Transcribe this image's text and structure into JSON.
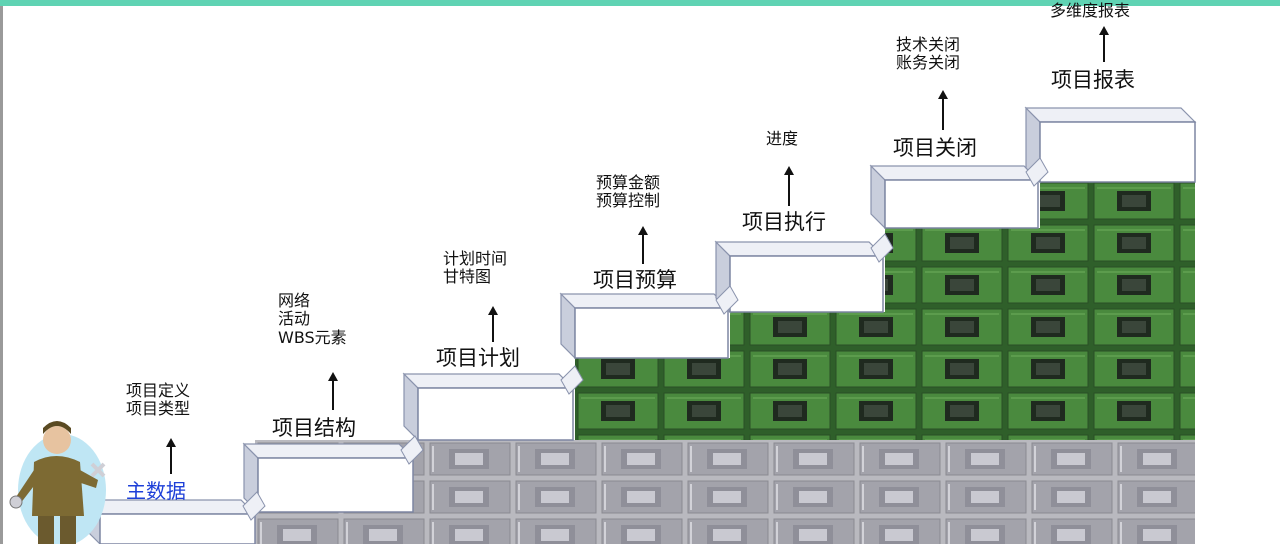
{
  "steps": [
    {
      "title": "主数据",
      "notes": [
        "项目定义",
        "项目类型"
      ]
    },
    {
      "title": "项目结构",
      "notes": [
        "网络",
        "活动",
        "WBS元素"
      ]
    },
    {
      "title": "项目计划",
      "notes": [
        "计划时间",
        "甘特图"
      ]
    },
    {
      "title": "项目预算",
      "notes": [
        "预算金额",
        "预算控制"
      ]
    },
    {
      "title": "项目执行",
      "notes": [
        "进度"
      ]
    },
    {
      "title": "项目关闭",
      "notes": [
        "技术关闭",
        "账务关闭"
      ]
    },
    {
      "title": "项目报表",
      "notes": [
        "多维度报表"
      ]
    }
  ],
  "colors": {
    "accent": "#5fd3b3",
    "master_text": "#1d3fd8",
    "chip_green": "#3e7a35",
    "chip_gray": "#a7a7ae"
  },
  "icons": [
    "worker-with-wrench-icon"
  ]
}
